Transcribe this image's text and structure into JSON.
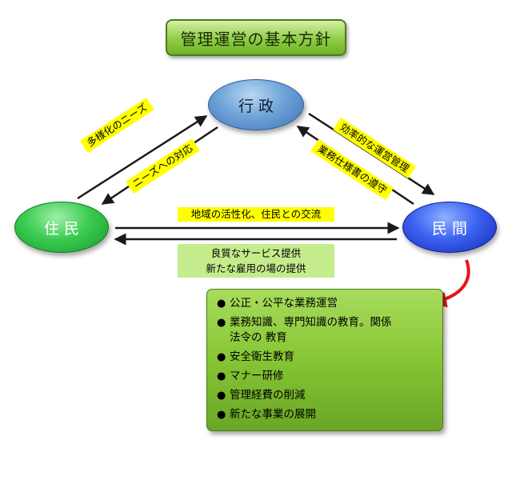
{
  "title": "管理運営の基本方針",
  "nodes": {
    "gyosei": "行政",
    "jumin": "住民",
    "minkan": "民間"
  },
  "arrow_labels": {
    "jumin_to_gyosei": "多様化のニーズ",
    "gyosei_to_jumin": "ニーズへの対応",
    "gyosei_to_minkan": "効率的な運営管理",
    "minkan_to_gyosei": "業務仕様書の遵守",
    "jumin_to_minkan": "地域の活性化、住民との交流",
    "minkan_to_jumin_1": "良質なサービス提供",
    "minkan_to_jumin_2": "新たな雇用の場の提供"
  },
  "policies": {
    "bullet": "●",
    "items": [
      {
        "line1": "公正・公平な業務運営"
      },
      {
        "line1": "業務知識、専門知識の教育。関係",
        "line2": "法令の 教育"
      },
      {
        "line1": "安全衛生教育"
      },
      {
        "line1": "マナー研修"
      },
      {
        "line1": "管理経費の削減"
      },
      {
        "line1": "新たな事業の展開"
      }
    ]
  },
  "colors": {
    "arrow": "#1a1a1a",
    "callout_arrow": "#e8131a",
    "label_yellow": "#ffff00",
    "label_green": "#c4ec8c"
  }
}
